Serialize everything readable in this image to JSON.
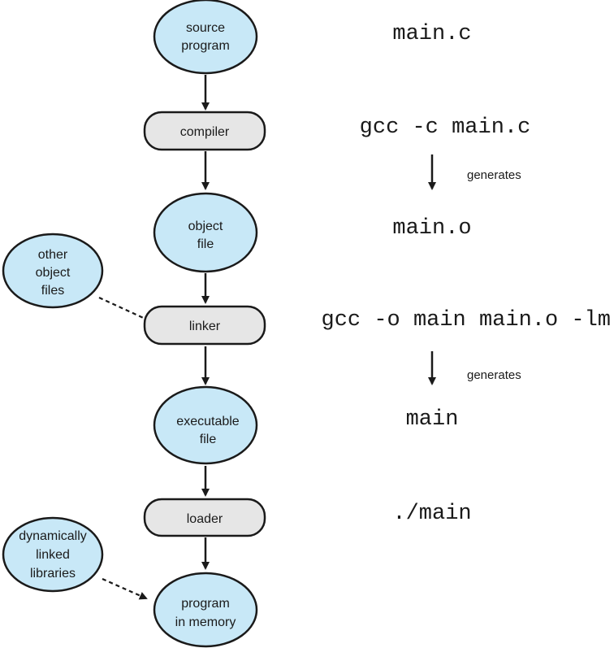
{
  "nodes": {
    "source_program": [
      "source",
      "program"
    ],
    "compiler": [
      "compiler"
    ],
    "object_file": [
      "object",
      "file"
    ],
    "other_object_files": [
      "other",
      "object",
      "files"
    ],
    "linker": [
      "linker"
    ],
    "executable_file": [
      "executable",
      "file"
    ],
    "loader": [
      "loader"
    ],
    "dynamically_linked_libraries": [
      "dynamically",
      "linked",
      "libraries"
    ],
    "program_in_memory": [
      "program",
      "in memory"
    ]
  },
  "commands": {
    "source": "main.c",
    "compile": "gcc -c main.c",
    "object": "main.o",
    "link": "gcc -o main main.o -lm",
    "executable": "main",
    "load": "./main"
  },
  "generates": [
    "generates",
    "generates"
  ],
  "colors": {
    "ellipse_fill": "#c8e8f7",
    "box_fill": "#e6e6e6",
    "stroke": "#1a1a1a"
  }
}
